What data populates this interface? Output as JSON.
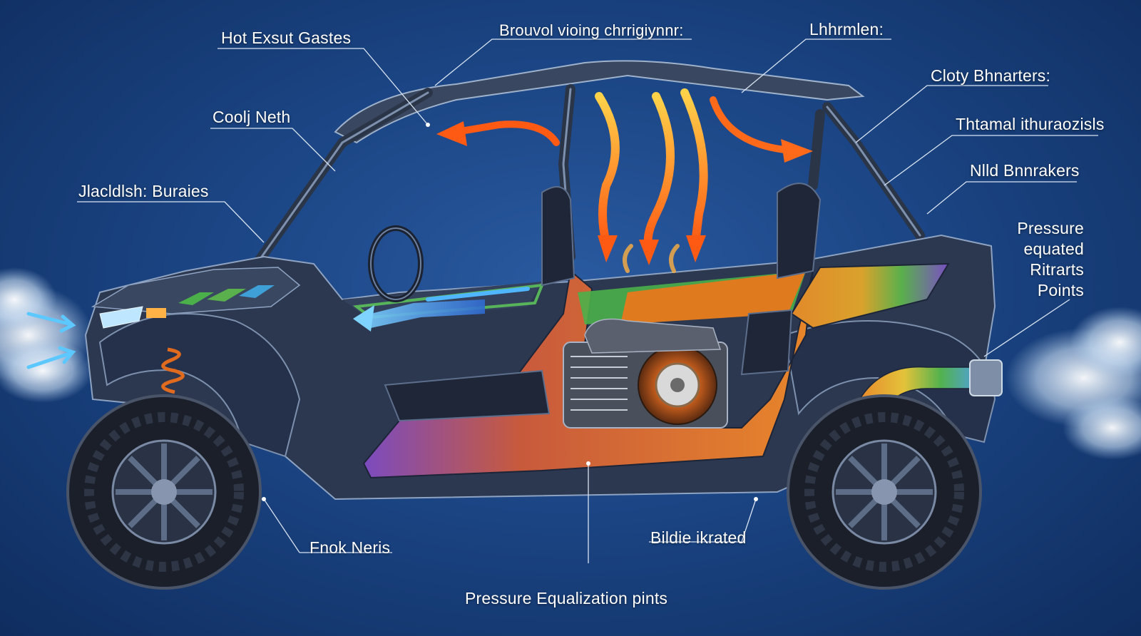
{
  "labels": {
    "hot_exhaust_gases": "Hot Exsut Gastes",
    "top_center": "Brouvol vioing chrrigiynnr:",
    "top_right": "Lhhrmlen:",
    "right_1": "Cloty Bhnarters:",
    "right_2": "Thtamal ithuraozisls",
    "right_3": "Nlld Bnnrakers",
    "right_4": [
      "Pressure",
      "equated",
      "Ritrarts",
      "Points"
    ],
    "left_1": "Coolj Neth",
    "left_2": "Jlacldlsh: Buraies",
    "bottom_left": "Fnok Neris",
    "bottom_right": "Bildie ikrated",
    "bottom_center": "Pressure Equalization pints"
  },
  "colors": {
    "background": "#1b4584",
    "heat_arrow": "#ff6a1a",
    "cool_arrow": "#4fb6ff",
    "panel_orange": "#e07a1e",
    "panel_purple": "#7b4bbf",
    "panel_green": "#4bb04a",
    "body_dark": "#2a3548",
    "leader_line": "#d9e4f2"
  },
  "icons": [
    "utv-vehicle",
    "heat-flow-arrow",
    "cool-air-arrow",
    "exhaust-smoke",
    "engine",
    "wheel"
  ]
}
